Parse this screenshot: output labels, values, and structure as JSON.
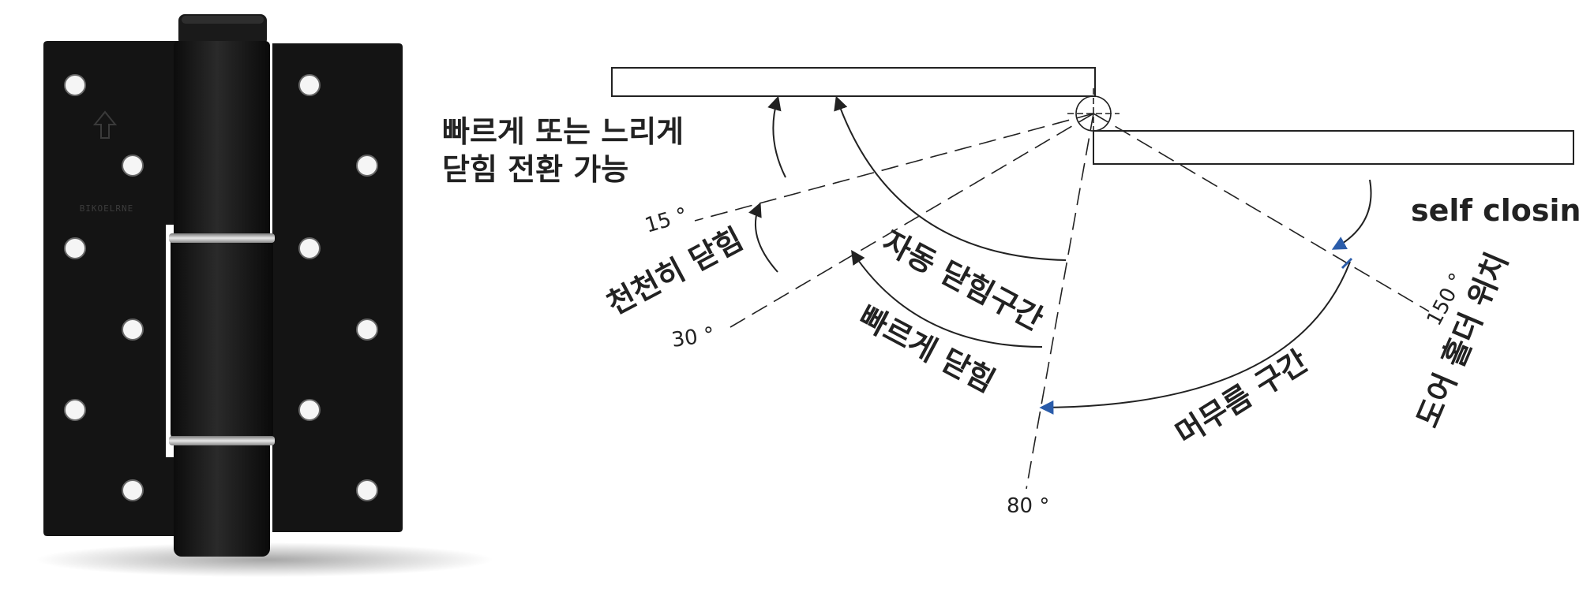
{
  "hinge": {
    "brand_stamp": "BIKOELRNE"
  },
  "diagram": {
    "note_line1": "빠르게 또는 느리게",
    "note_line2": "닫힘 전환 가능",
    "angle_15": "15 °",
    "angle_30": "30 °",
    "angle_80": "80 °",
    "angle_150": "150 °",
    "label_slow_close": "천천히 닫힘",
    "label_auto_close": "자동 닫힘구간",
    "label_fast_close": "빠르게 닫힘",
    "label_hold_zone": "머무름 구간",
    "label_holder_position": "도어 홀더 위치",
    "label_self_closing": "self closing"
  },
  "colors": {
    "hinge_body": "#141414",
    "line": "#222222",
    "arrow_blue": "#2a5caa"
  }
}
